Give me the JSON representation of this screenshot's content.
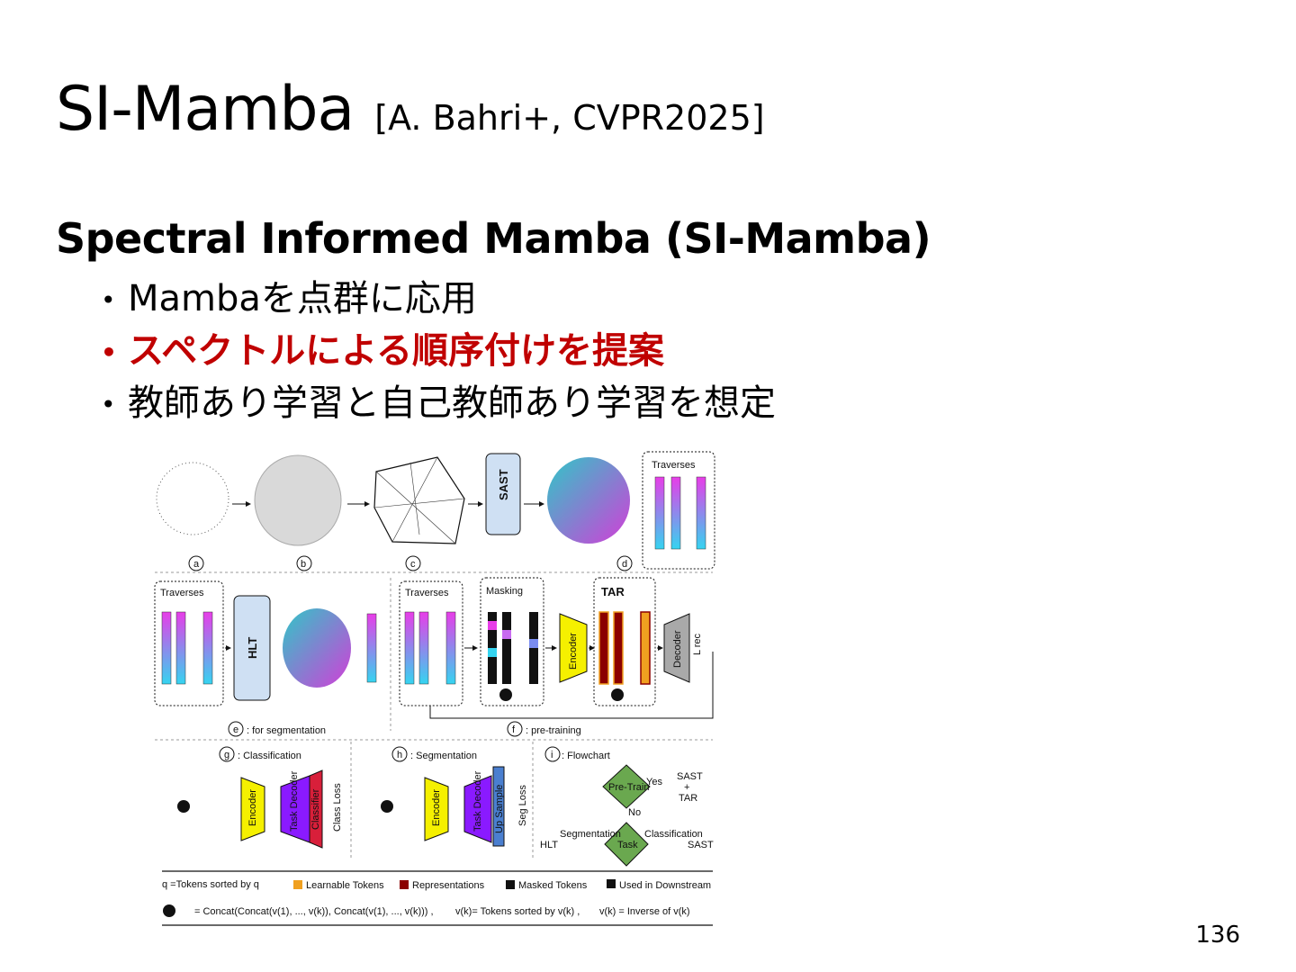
{
  "slide": {
    "title": "SI-Mamba",
    "reference": "[A. Bahri+, CVPR2025]",
    "heading": "Spectral Informed Mamba (SI-Mamba)",
    "bullets": [
      {
        "text": "Mambaを点群に応用",
        "highlight": false
      },
      {
        "text": "スペクトルによる順序付けを提案",
        "highlight": true
      },
      {
        "text": "教師あり学習と自己教師あり学習を想定",
        "highlight": false
      }
    ],
    "page_number": "136",
    "highlight_color": "#c00000"
  },
  "figure": {
    "step_labels": {
      "a": "a",
      "b": "b",
      "c": "c",
      "d": "d",
      "e": "e",
      "f": "f",
      "g": "g",
      "h": "h",
      "i": "i"
    },
    "blocks": {
      "sast": "SAST",
      "hlt": "HLT",
      "encoder": "Encoder",
      "decoder": "Decoder",
      "task_decoder": "Task Decoder",
      "classifier": "Classifier",
      "up_sample": "Up Sample",
      "tar": "TAR",
      "masking": "Masking",
      "traverses": "Traverses"
    },
    "captions": {
      "for_segmentation": ": for segmentation",
      "pre_training": ": pre-training",
      "classification": ": Classification",
      "segmentation": ": Segmentation",
      "flowchart": ": Flowchart"
    },
    "losses": {
      "class": "Class Loss",
      "seg": "Seg Loss",
      "rec": "L rec"
    },
    "flowchart": {
      "pretrain": "Pre-Train",
      "task": "Task",
      "yes": "Yes",
      "no": "No",
      "sast_tar_top": "SAST",
      "sast_tar_plus": "+",
      "sast_tar_bottom": "TAR",
      "segmentation": "Segmentation",
      "classification": "Classification",
      "hlt": "HLT",
      "sast": "SAST"
    },
    "legend": {
      "tokens_sorted_q": "q =Tokens sorted by q",
      "learnable": "Learnable Tokens",
      "representations": "Representations",
      "masked": "Masked Tokens",
      "downstream": "Used in Downstream",
      "concat": "= Concat(Concat(v(1), ..., v(k)), Concat(v(1), ..., v(k))) ,",
      "sorted_by_v": "v(k)= Tokens sorted by  v(k) ,",
      "inverse_of": "v(k) = Inverse of  v(k)"
    },
    "colors": {
      "hlt_fill": "#cfe0f3",
      "yellow": "#f5f000",
      "purple": "#8a1aff",
      "red": "#d81f3a",
      "blue": "#4a7fd0",
      "green": "#6aa84f",
      "orange": "#f0a020",
      "darkred": "#8b0000",
      "cyan": "#35d4f0",
      "magenta": "#e83de8"
    }
  }
}
